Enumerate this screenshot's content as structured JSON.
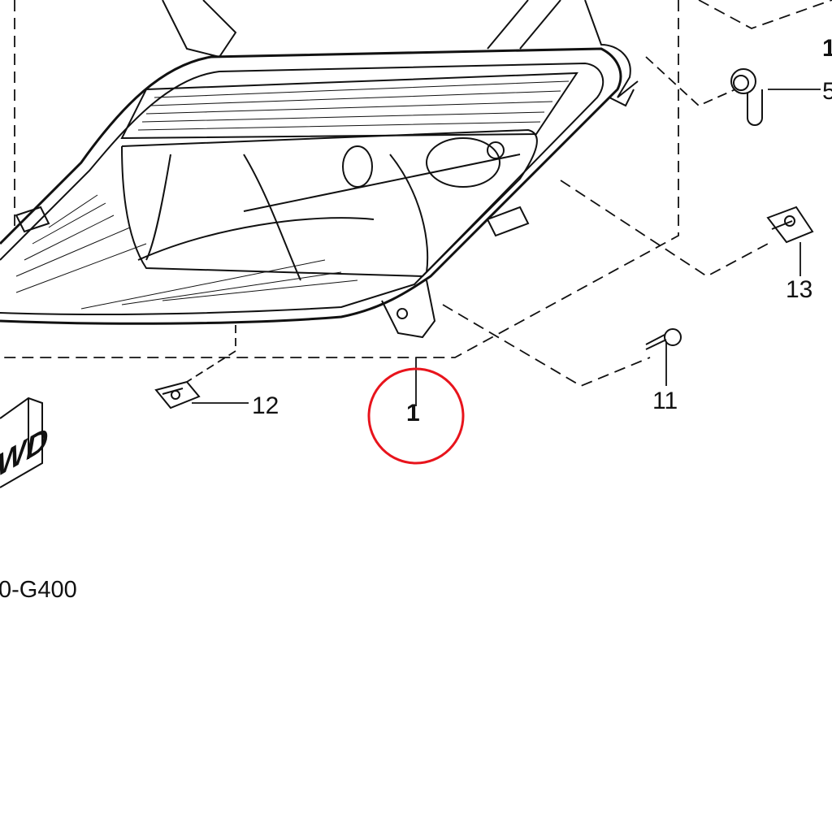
{
  "diagram": {
    "callouts": [
      {
        "id": "1-top",
        "text": "1"
      },
      {
        "id": "5",
        "text": "5"
      },
      {
        "id": "13",
        "text": "13"
      },
      {
        "id": "11",
        "text": "11"
      },
      {
        "id": "12",
        "text": "12"
      },
      {
        "id": "1",
        "text": "1"
      }
    ],
    "fwd_label": "WD",
    "part_code": "0-G400",
    "highlight_color": "#e8141c",
    "line_color": "#111111"
  }
}
